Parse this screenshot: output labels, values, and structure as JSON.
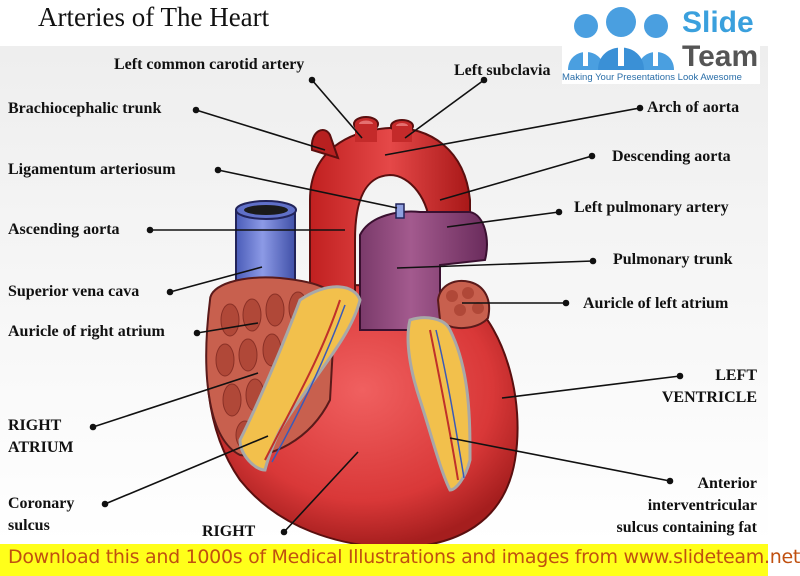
{
  "title": "Arteries of The Heart",
  "logo": {
    "word1": "Slide",
    "word2": "Team",
    "tagline": "Making Your Presentations Look Awesome",
    "icon": "people-group-icon",
    "colors": {
      "blue": "#3aa0dd",
      "gray": "#555555"
    }
  },
  "labels": {
    "left_common_carotid": "Left common carotid artery",
    "left_subclavian": "Left subclavia",
    "brachiocephalic": "Brachiocephalic trunk",
    "arch_of_aorta": "Arch of aorta",
    "ligamentum": "Ligamentum arteriosum",
    "descending_aorta": "Descending aorta",
    "ascending_aorta": "Ascending aorta",
    "left_pulmonary": "Left pulmonary artery",
    "pulmonary_trunk": "Pulmonary trunk",
    "superior_vena_cava": "Superior vena cava",
    "auricle_left": "Auricle of left atrium",
    "auricle_right": "Auricle of right atrium",
    "left_ventricle_1": "LEFT",
    "left_ventricle_2": "VENTRICLE",
    "right_atrium_1": "RIGHT",
    "right_atrium_2": "ATRIUM",
    "coronary_1": "Coronary",
    "coronary_2": "sulcus",
    "right_ventricle": "RIGHT",
    "anterior_1": "Anterior",
    "anterior_2": "interventricular",
    "anterior_3": "sulcus containing fat"
  },
  "banner": {
    "text": "Download this and 1000s of Medical Illustrations and images from www.slideteam.net",
    "bg": "#ffff1a",
    "color": "#c05010"
  }
}
